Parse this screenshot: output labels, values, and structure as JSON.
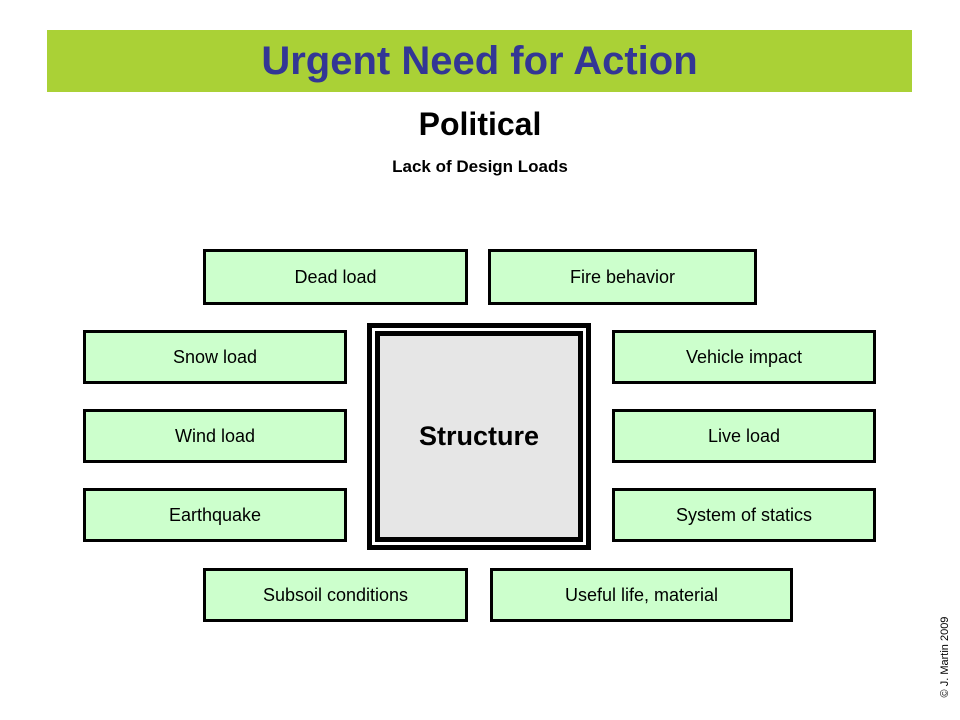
{
  "header": {
    "title": "Urgent Need for Action"
  },
  "subtitle": "Political",
  "subsubtitle": "Lack of Design Loads",
  "diagram": {
    "center": "Structure",
    "boxes": {
      "dead_load": "Dead load",
      "fire_behavior": "Fire behavior",
      "snow_load": "Snow load",
      "vehicle_impact": "Vehicle impact",
      "wind_load": "Wind load",
      "live_load": "Live load",
      "earthquake": "Earthquake",
      "system_of_statics": "System of statics",
      "subsoil_conditions": "Subsoil conditions",
      "useful_life_material": "Useful life, material"
    }
  },
  "footer": {
    "copyright": "© J. Martin 2009"
  },
  "colors": {
    "header_bg": "#aad136",
    "header_title_text": "#333695",
    "box_fill": "#ccffcc",
    "box_border": "#000000",
    "center_box_fill": "#e6e6e6",
    "background": "#ffffff",
    "body_text": "#000000"
  }
}
